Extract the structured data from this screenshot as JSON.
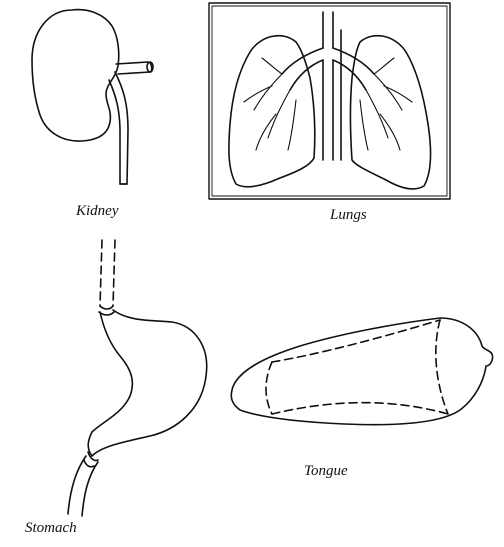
{
  "labels": {
    "kidney": "Kidney",
    "lungs": "Lungs",
    "tongue": "Tongue",
    "stomach": "Stomach"
  },
  "colors": {
    "line": "#111111",
    "background": "#ffffff"
  }
}
